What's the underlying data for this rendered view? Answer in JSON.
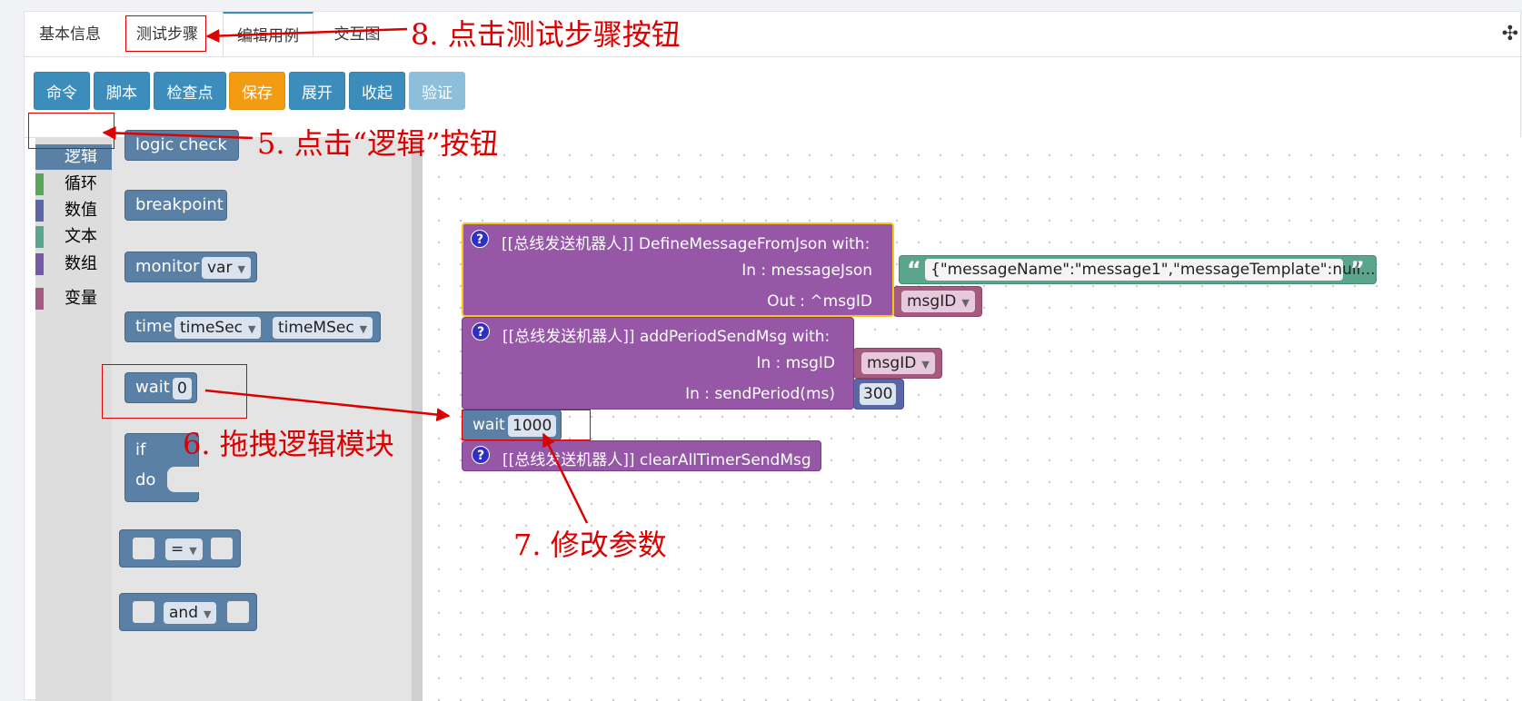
{
  "tabs": [
    "基本信息",
    "测试步骤",
    "编辑用例",
    "交互图"
  ],
  "toolbar": {
    "command": "命令",
    "script": "脚本",
    "checkpoint": "检查点",
    "save": "保存",
    "expand": "展开",
    "collapse": "收起",
    "verify": "验证"
  },
  "categories": [
    {
      "label": "逻辑",
      "color": "#5b80a5"
    },
    {
      "label": "循环",
      "color": "#5ba55b"
    },
    {
      "label": "数值",
      "color": "#5b67a5"
    },
    {
      "label": "文本",
      "color": "#5ba58c"
    },
    {
      "label": "数组",
      "color": "#745ba5"
    },
    {
      "label": "变量",
      "color": "#a55b80"
    }
  ],
  "flyout": {
    "logic_check": "logic check",
    "breakpoint": "breakpoint",
    "monitor": "monitor",
    "monitor_var": "var",
    "time": "time",
    "time_sec": "timeSec",
    "time_msec": "timeMSec",
    "wait": "wait",
    "wait_value": "0",
    "if": "if",
    "do": "do",
    "compare_op": "=",
    "logic_op": "and"
  },
  "canvas": {
    "help_glyph": "?",
    "block1": {
      "title": "[[总线发送机器人]]  DefineMessageFromJson  with:",
      "in_label": "In : messageJson",
      "json_value": "{\"messageName\":\"message1\",\"messageTemplate\":null...",
      "quote_open": "“",
      "quote_close": "”",
      "out_label": "Out : ^msgID",
      "out_var": "msgID"
    },
    "block2": {
      "title": "[[总线发送机器人]]  addPeriodSendMsg  with:",
      "in_msgid_label": "In : msgID",
      "msgid_var": "msgID",
      "in_period_label": "In : sendPeriod(ms)",
      "period_value": "300"
    },
    "wait": {
      "label": "wait",
      "value": "1000"
    },
    "block3": {
      "title": "[[总线发送机器人]]  clearAllTimerSendMsg"
    }
  },
  "annotations": {
    "a8": "8. 点击测试步骤按钮",
    "a5": "5. 点击“逻辑”按钮",
    "a6": "6. 拖拽逻辑模块",
    "a7": "7. 修改参数"
  },
  "colors": {
    "primary": "#3c8dbc",
    "save": "#f39c12",
    "logic": "#5b80a5",
    "procedure": "#9657a7",
    "text_block": "#5ba58c",
    "annotation": "#dd0000"
  }
}
